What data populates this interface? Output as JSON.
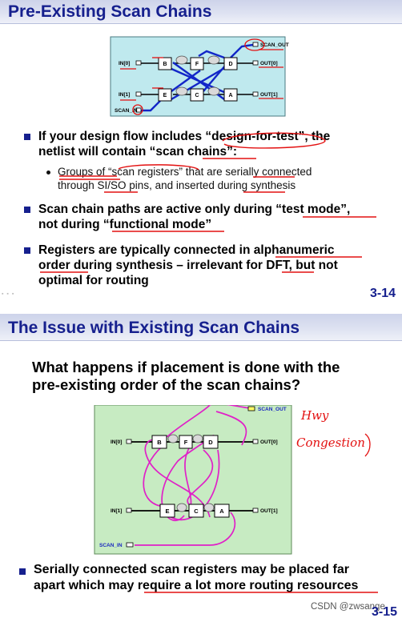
{
  "slide1": {
    "title": "Pre-Existing Scan Chains",
    "diagram_labels": {
      "in0": "IN[0]",
      "in1": "IN[1]",
      "scan_in": "SCAN_IN",
      "scan_out": "SCAN_OUT",
      "out0": "OUT[0]",
      "out1": "OUT[1]",
      "reg_b": "B",
      "reg_f": "F",
      "reg_d": "D",
      "reg_e": "E",
      "reg_c": "C",
      "reg_a": "A"
    },
    "bullet1_line1": "If your design flow includes “design-for-test”, the",
    "bullet1_line2": "netlist will contain “scan chains”:",
    "sub1_line1": "Groups of “scan registers” that are serially connected",
    "sub1_line2": "through SI/SO pins, and inserted during synthesis",
    "bullet2_line1": "Scan chain paths are active only during “test mode”,",
    "bullet2_line2": "not during “functional mode”",
    "bullet3_line1": "Registers are typically connected in alphanumeric",
    "bullet3_line2": "order during synthesis – irrelevant for DFT, but not",
    "bullet3_line3": "optimal for routing",
    "slide_number": "3-14"
  },
  "slide2": {
    "title": "The Issue with Existing Scan Chains",
    "question_line1": "What happens if placement is done with the",
    "question_line2": "pre-existing order of the scan chains?",
    "diagram_labels": {
      "in0": "IN[0]",
      "in1": "IN[1]",
      "scan_in": "SCAN_IN",
      "scan_out": "SCAN_OUT",
      "out0": "OUT[0]",
      "out1": "OUT[1]",
      "reg_b": "B",
      "reg_f": "F",
      "reg_d": "D",
      "reg_e": "E",
      "reg_c": "C",
      "reg_a": "A"
    },
    "handwriting_line1": "Hwy",
    "handwriting_line2": "Congestion",
    "bullet1_line1": "Serially connected scan registers may be placed far",
    "bullet1_line2": "apart which may require a lot more routing resources",
    "slide_number": "3-15",
    "watermark": "CSDN @zwsange"
  },
  "colors": {
    "title_text": "#16208e",
    "bullet_square": "#16208e",
    "slide1_diagram_bg": "#bfe9ee",
    "slide2_diagram_bg": "#c7ebc2",
    "scan_path_slide1": "#1226c8",
    "scan_path_slide2": "#e020c8",
    "red_annotation": "#e31010"
  }
}
